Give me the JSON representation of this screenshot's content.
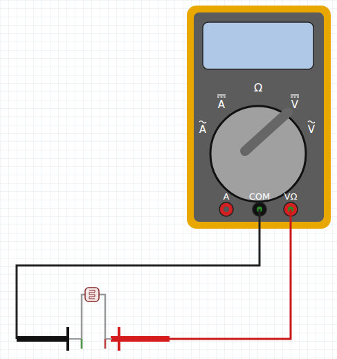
{
  "diagram": {
    "labels": [
      "Ω",
      "A",
      "V",
      "A",
      "V",
      "A",
      "COM",
      "VΩ"
    ]
  }
}
